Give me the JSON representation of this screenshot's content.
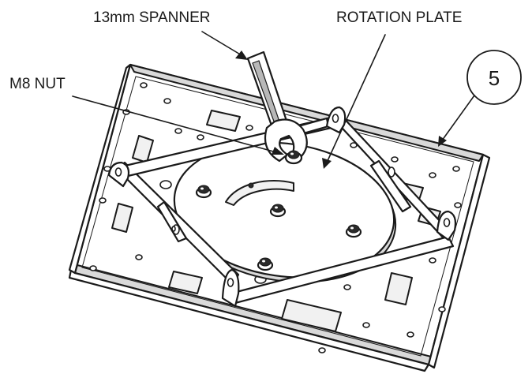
{
  "diagram": {
    "labels": {
      "spanner": "13mm SPANNER",
      "rotation_plate": "ROTATION PLATE",
      "nut": "M8 NUT",
      "step_number": "5"
    },
    "colors": {
      "line": "#1a1a1a",
      "fill": "#ffffff",
      "shade": "#d9d9d9",
      "spanner_slot": "#b8b8b8"
    }
  }
}
